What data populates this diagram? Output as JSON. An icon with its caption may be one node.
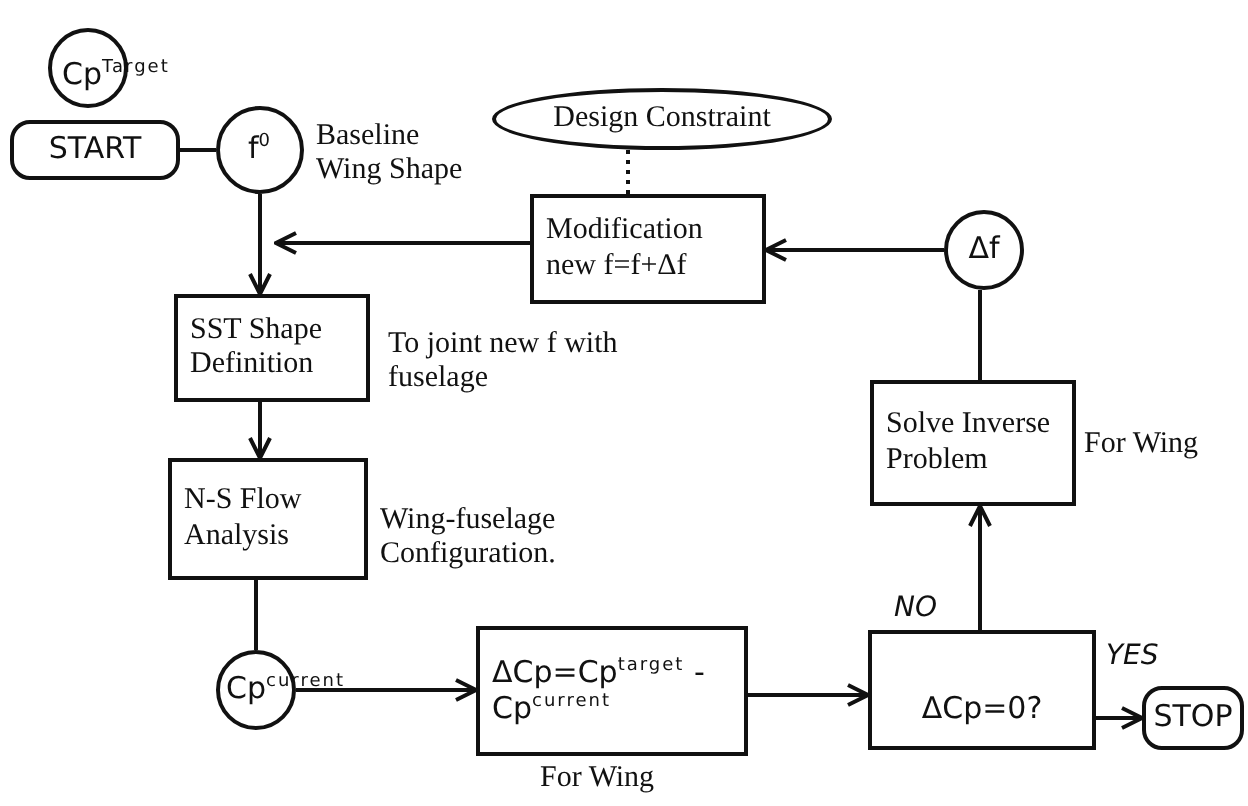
{
  "diagram": {
    "nodes": [
      {
        "text": [
          "Cp$^{Target}$"
        ]
      },
      {
        "text": [
          "START"
        ]
      },
      {
        "text": [
          "f$^{0}$"
        ],
        "beside": [
          "Baseline Wing Shape"
        ]
      },
      {
        "text": [
          "Design Constraint"
        ]
      },
      {
        "text": [
          "Modification new f=f+Δf"
        ]
      },
      {
        "text": [
          "Δf"
        ]
      },
      {
        "text": [
          "SST Shape Definition"
        ],
        "beside": [
          "To joint new f with fuselage"
        ]
      },
      {
        "text": [
          "N-S Flow Analysis"
        ],
        "beside": [
          "Wing-fuselage Configuration."
        ]
      },
      {
        "text": [
          "Solve Inverse Problem"
        ],
        "beside": [
          "For Wing"
        ]
      },
      {
        "text": [
          "Cp$^{current}$"
        ]
      },
      {
        "text": [
          "ΔCp=Cp$^{target}$ - Cp$^{current}$"
        ],
        "beside": [
          "For Wing"
        ]
      },
      {
        "text": [
          "ΔCp=0?"
        ]
      },
      {
        "text": [
          "STOP"
        ]
      }
    ],
    "edges": [
      {
        "from": 1,
        "to": 2,
        "arrow": "none"
      },
      {
        "from": 2,
        "to": 6,
        "arrow": "to"
      },
      {
        "from": 4,
        "to": 6,
        "arrow": "to"
      },
      {
        "from": 3,
        "to": 4,
        "arrow": "none",
        "style": "dashed"
      },
      {
        "from": 5,
        "to": 4,
        "arrow": "to"
      },
      {
        "from": 8,
        "to": 5,
        "arrow": "none"
      },
      {
        "from": 6,
        "to": 7,
        "arrow": "to"
      },
      {
        "from": 7,
        "to": 9,
        "arrow": "none"
      },
      {
        "from": 9,
        "to": 10,
        "arrow": "to"
      },
      {
        "from": 10,
        "to": 11,
        "arrow": "to"
      },
      {
        "from": 11,
        "to": 12,
        "arrow": "to",
        "label": "YES"
      },
      {
        "from": 11,
        "to": 8,
        "arrow": "to",
        "label": "NO"
      }
    ]
  }
}
